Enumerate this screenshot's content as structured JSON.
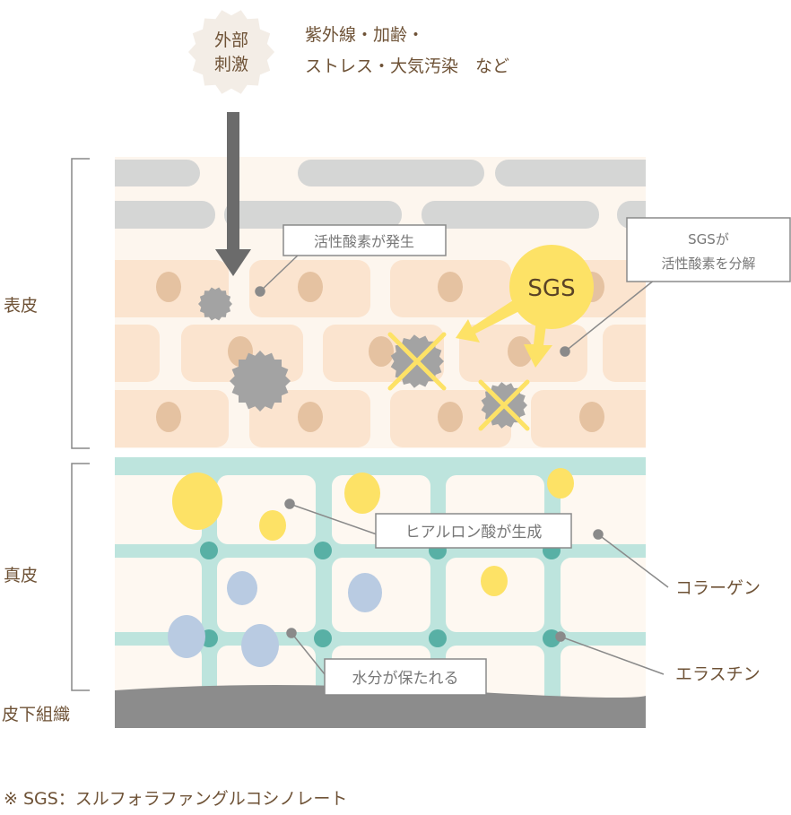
{
  "top": {
    "badge_line1": "外部",
    "badge_line2": "刺激",
    "causes_line1": "紫外線・加齢・",
    "causes_line2": "ストレス・大気汚染　など"
  },
  "layers": {
    "epidermis": "表皮",
    "dermis": "真皮",
    "subcutis": "皮下組織"
  },
  "callouts": {
    "ros_generated": "活性酸素が発生",
    "sgs_line1": "SGSが",
    "sgs_line2": "活性酸素を分解",
    "sgs_circle": "SGS",
    "hyaluronic": "ヒアルロン酸が生成",
    "collagen": "コラーゲン",
    "moisture": "水分が保たれる",
    "elastin": "エラスチン"
  },
  "footnote": "※ SGS：スルフォラファングルコシノレート",
  "colors": {
    "brown_text": "#6e5236",
    "epidermis_bg": "#fdf6ee",
    "cell": "#fbe4cf",
    "nucleus": "#e5c2a1",
    "horny": "#d5d6d5",
    "teal": "#bde4dd",
    "teal_dot": "#58b0a5",
    "yellow": "#fde266",
    "blue": "#b9cbe2",
    "ros": "#a3a3a3",
    "subcutis": "#8c8c8c"
  }
}
